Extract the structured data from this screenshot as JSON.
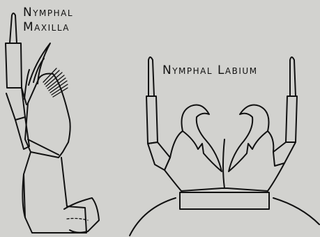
{
  "figure": {
    "background": "#d2d2cf",
    "line_color": "#111111",
    "labels": {
      "maxilla_line1": "Nymphal",
      "maxilla_line2": "Maxilla",
      "labium": "Nymphal Labium"
    }
  }
}
